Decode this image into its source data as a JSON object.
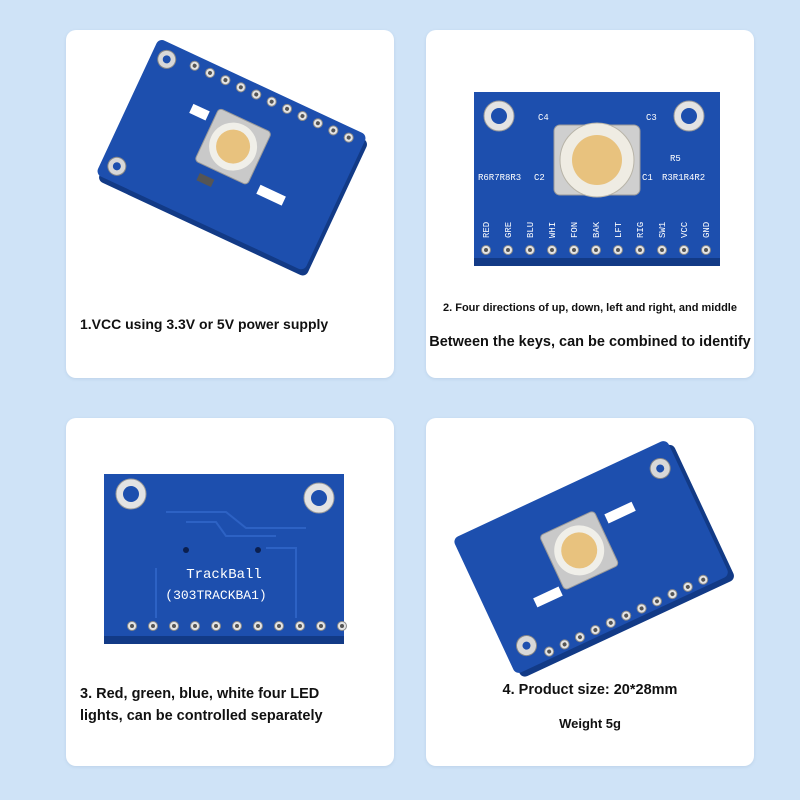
{
  "panels": [
    {
      "caption": "1.VCC using 3.3V or 5V power supply"
    },
    {
      "caption_line1": "2. Four directions of up, down, left and right, and middle",
      "caption_line2": "Between the keys, can be combined to identify"
    },
    {
      "caption_line1": "3. Red, green, blue, white four LED",
      "caption_line2": "lights, can be controlled separately"
    },
    {
      "caption_line1": "4. Product size: 20*28mm",
      "caption_line2": "Weight 5g"
    }
  ],
  "board_front": {
    "pin_labels": [
      "RED",
      "GRE",
      "BLU",
      "WHI",
      "FON",
      "BAK",
      "LFT",
      "RIG",
      "SW1",
      "VCC",
      "GND"
    ],
    "component_labels": [
      "C4",
      "C3",
      "C2",
      "C1",
      "R5",
      "R6R7R8R3",
      "R3R1R4R2"
    ]
  },
  "board_back": {
    "title": "TrackBall",
    "subtitle": "(303TRACKBA1)"
  },
  "colors": {
    "pcb": "#1d4fae",
    "pcb_dark": "#123a86",
    "gold_ball": "#e8c27e",
    "background": "#cfe3f7"
  }
}
